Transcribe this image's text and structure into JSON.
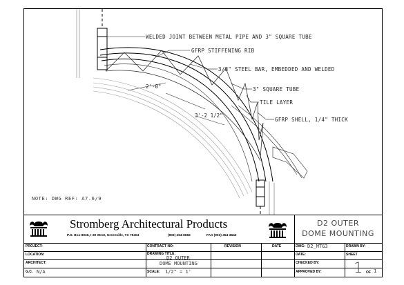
{
  "labels": {
    "welded_joint": "WELDED JOINT BETWEEN METAL PIPE AND 3\" SQUARE TUBE",
    "gfrp_rib": "GFRP STIFFENING RIB",
    "steel_bar": "3/8\" STEEL BAR, EMBEDDED AND WELDED",
    "square_tube": "3\" SQUARE TUBE",
    "tile_layer": "TILE LAYER",
    "gfrp_shell": "GFRP SHELL, 1/4\" THICK"
  },
  "dimensions": {
    "d1": "2'-0\"",
    "d2": "3'-2 1/2\""
  },
  "note": "NOTE: DWG REF: A7.6/9",
  "title_block": {
    "company": "Stromberg Architectural Products",
    "address": "P.O. Box 8036, I-30 West, Greenville, TX 75404",
    "phone": "(903) 454-8682",
    "fax": "FAX (903) 454-3642",
    "header_title_line1": "D2 OUTER",
    "header_title_line2": "DOME MOUNTING",
    "project_label": "PROJECT:",
    "location_label": "LOCATION:",
    "architect_label": "ARCHITECT:",
    "gc_label": "G.C.",
    "gc_value": "N/A",
    "contract_label": "CONTRACT NO:",
    "drawing_title_label": "DRAWING TITLE:",
    "drawing_title_line1": "D2 OUTER",
    "drawing_title_line2": "DOME MOUNTING",
    "scale_label": "SCALE:",
    "scale_value": "1/2\" = 1'",
    "revision_label": "REVISION",
    "date_label": "DATE",
    "dwg_label": "DWG:",
    "dwg_value": "D2_MTG3",
    "drawn_by_label": "DRAWN BY:",
    "date2_label": "DATE:",
    "sheet_label": "SHEET",
    "checked_by_label": "CHECKED BY:",
    "approved_by_label": "APPROVED BY:",
    "sheet_number": "1",
    "of_label": "OF",
    "sheet_total": "1"
  }
}
